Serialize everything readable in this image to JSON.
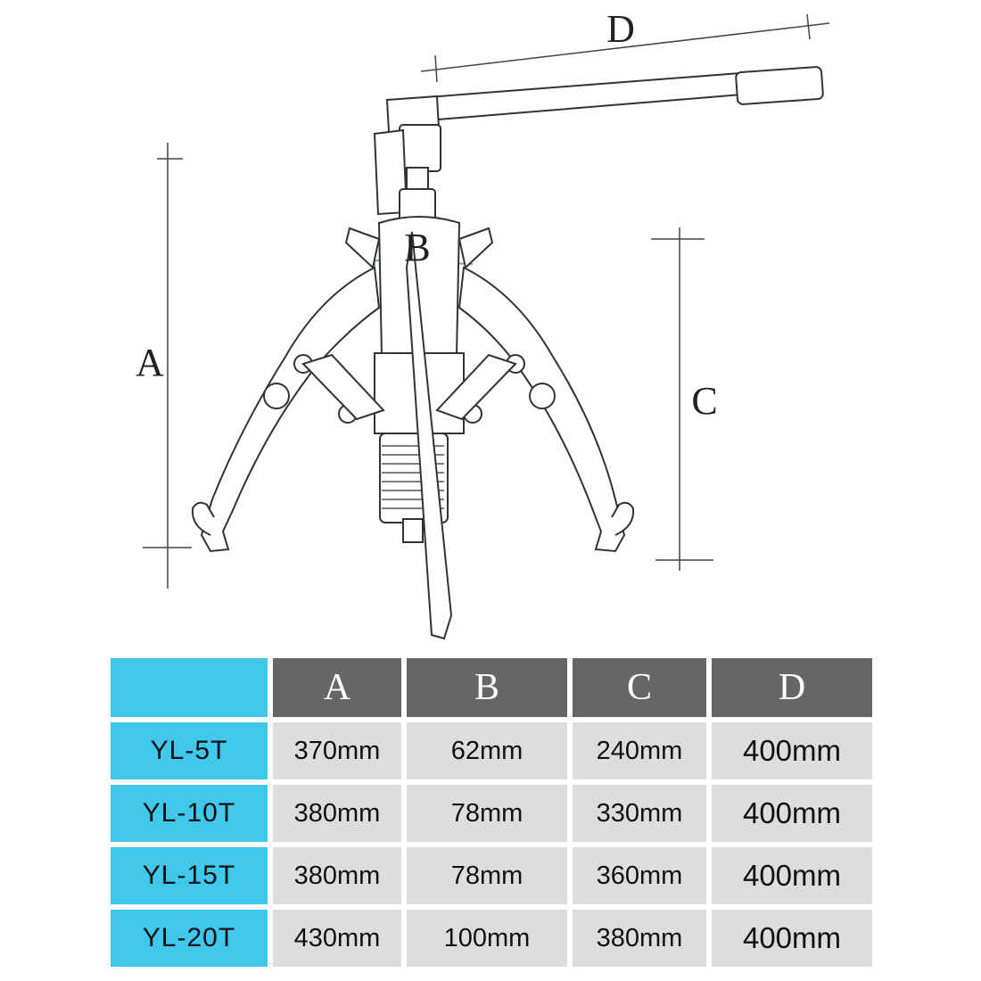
{
  "diagram": {
    "labels": {
      "a": "A",
      "b": "B",
      "c": "C",
      "d": "D"
    }
  },
  "table": {
    "headers": [
      "",
      "A",
      "B",
      "C",
      "D"
    ],
    "rows": [
      {
        "model": "YL-5T",
        "a": "370mm",
        "b": "62mm",
        "c": "240mm",
        "d": "400mm"
      },
      {
        "model": "YL-10T",
        "a": "380mm",
        "b": "78mm",
        "c": "330mm",
        "d": "400mm"
      },
      {
        "model": "YL-15T",
        "a": "380mm",
        "b": "78mm",
        "c": "360mm",
        "d": "400mm"
      },
      {
        "model": "YL-20T",
        "a": "430mm",
        "b": "100mm",
        "c": "380mm",
        "d": "400mm"
      }
    ]
  },
  "colors": {
    "header": "#666666",
    "model_column": "#40c8ec",
    "cells": "#dddddd"
  }
}
